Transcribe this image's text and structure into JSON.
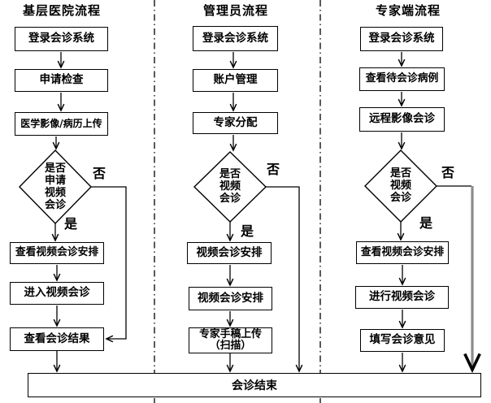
{
  "diagram": {
    "columns": [
      {
        "title": "基层医院流程",
        "steps": {
          "login": "登录会诊系统",
          "apply_check": "申请检查",
          "upload": "医学影像/病历上传",
          "view_schedule": "查看视频会诊安排",
          "enter_video": "进入视频会诊",
          "view_result": "查看会诊结果"
        },
        "decision": "是否\n申请\n视频\n会诊",
        "yes": "是",
        "no": "否"
      },
      {
        "title": "管理员流程",
        "steps": {
          "login": "登录会诊系统",
          "account": "账户管理",
          "assign_expert": "专家分配",
          "schedule_1": "视频会诊安排",
          "schedule_2": "视频会诊安排",
          "manuscript": "专家手稿上传\n（扫描）"
        },
        "decision": "是否\n视频\n会诊",
        "yes": "是",
        "no": "否"
      },
      {
        "title": "专家端流程",
        "steps": {
          "login": "登录会诊系统",
          "view_cases": "查看待会诊病例",
          "remote_imaging": "远程影像会诊",
          "view_schedule": "查看视频会诊安排",
          "do_video": "进行视频会诊",
          "write_opinion": "填写会诊意见"
        },
        "decision": "是否\n视频\n会诊",
        "yes": "是",
        "no": "否"
      }
    ],
    "end_bar": "会诊结束",
    "colors": {
      "line": "#000000",
      "expert_no_branch": "#8c8c8c",
      "background": "#ffffff"
    }
  }
}
